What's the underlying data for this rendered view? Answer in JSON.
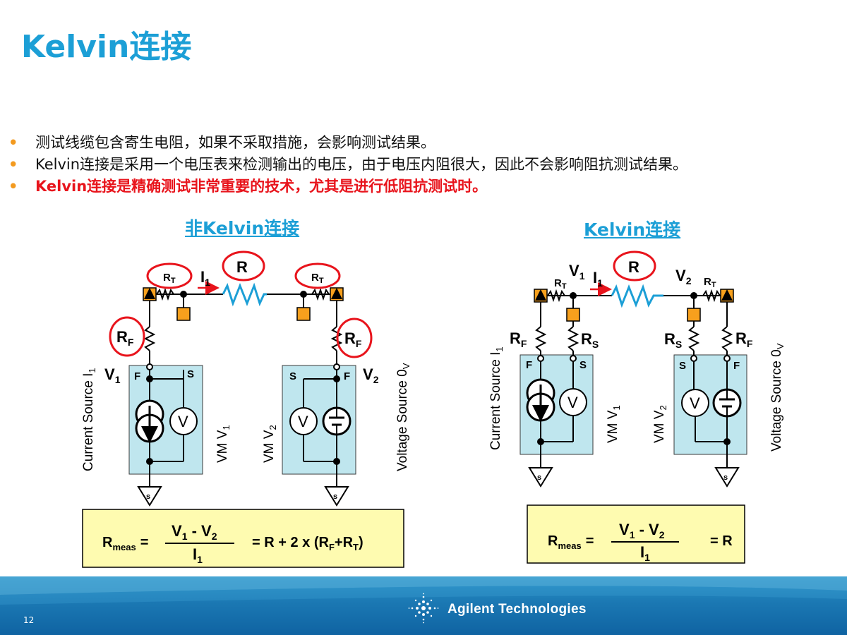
{
  "title": "Kelvin连接",
  "bullets": [
    {
      "text": "测试线缆包含寄生电阻，如果不采取措施，会影响测试结果。",
      "highlight": false
    },
    {
      "text": "Kelvin连接是采用一个电压表来检测输出的电压，由于电压内阻很大，因此不会影响阻抗测试结果。",
      "highlight": true
    },
    {
      "text": "Kelvin连接是精确测试非常重要的技术，尤其是进行低阻抗测试时。",
      "highlight": true
    }
  ],
  "left_diagram": {
    "heading": "非Kelvin连接",
    "current_source_label": "Current Source I",
    "current_source_sub": "1",
    "vm1_label": "VM V",
    "vm1_sub": "1",
    "vm2_label": "VM V",
    "vm2_sub": "2",
    "voltage_source_label": "Voltage Source 0",
    "voltage_source_sub": "V",
    "formula_lhs": "R",
    "formula_lhs_sub": "meas",
    "formula_num": "V",
    "formula_den": "I",
    "formula_rhs": "= R + 2 x (R",
    "formula_rhs_end": ")"
  },
  "right_diagram": {
    "heading": "Kelvin连接",
    "current_source_label": "Current Source I",
    "current_source_sub": "1",
    "vm1_label": "VM V",
    "vm1_sub": "1",
    "vm2_label": "VM V",
    "vm2_sub": "2",
    "voltage_source_label": "Voltage Source 0",
    "voltage_source_sub": "V",
    "formula_rhs": "= R"
  },
  "labels": {
    "R": "R",
    "RT": "R",
    "RT_sub": "T",
    "RF": "R",
    "RF_sub": "F",
    "RS": "R",
    "RS_sub": "S",
    "I1": "I",
    "I1_sub": "1",
    "V1": "V",
    "V1_sub": "1",
    "V2": "V",
    "V2_sub": "2",
    "F": "F",
    "S": "S",
    "s": "s",
    "V": "V",
    "minus": " - ",
    "equals": "=",
    "plus": "+"
  },
  "footer": {
    "page_number": "12",
    "brand": "Agilent Technologies"
  },
  "colors": {
    "accent": "#1c9fd6",
    "bullet": "#f39a1f",
    "highlight": "#e8141c",
    "box_fill": "#bfe6ee",
    "formula_fill": "#fefbb0",
    "terminal": "#f7a01d",
    "resistor_main": "#1c9fd6"
  }
}
